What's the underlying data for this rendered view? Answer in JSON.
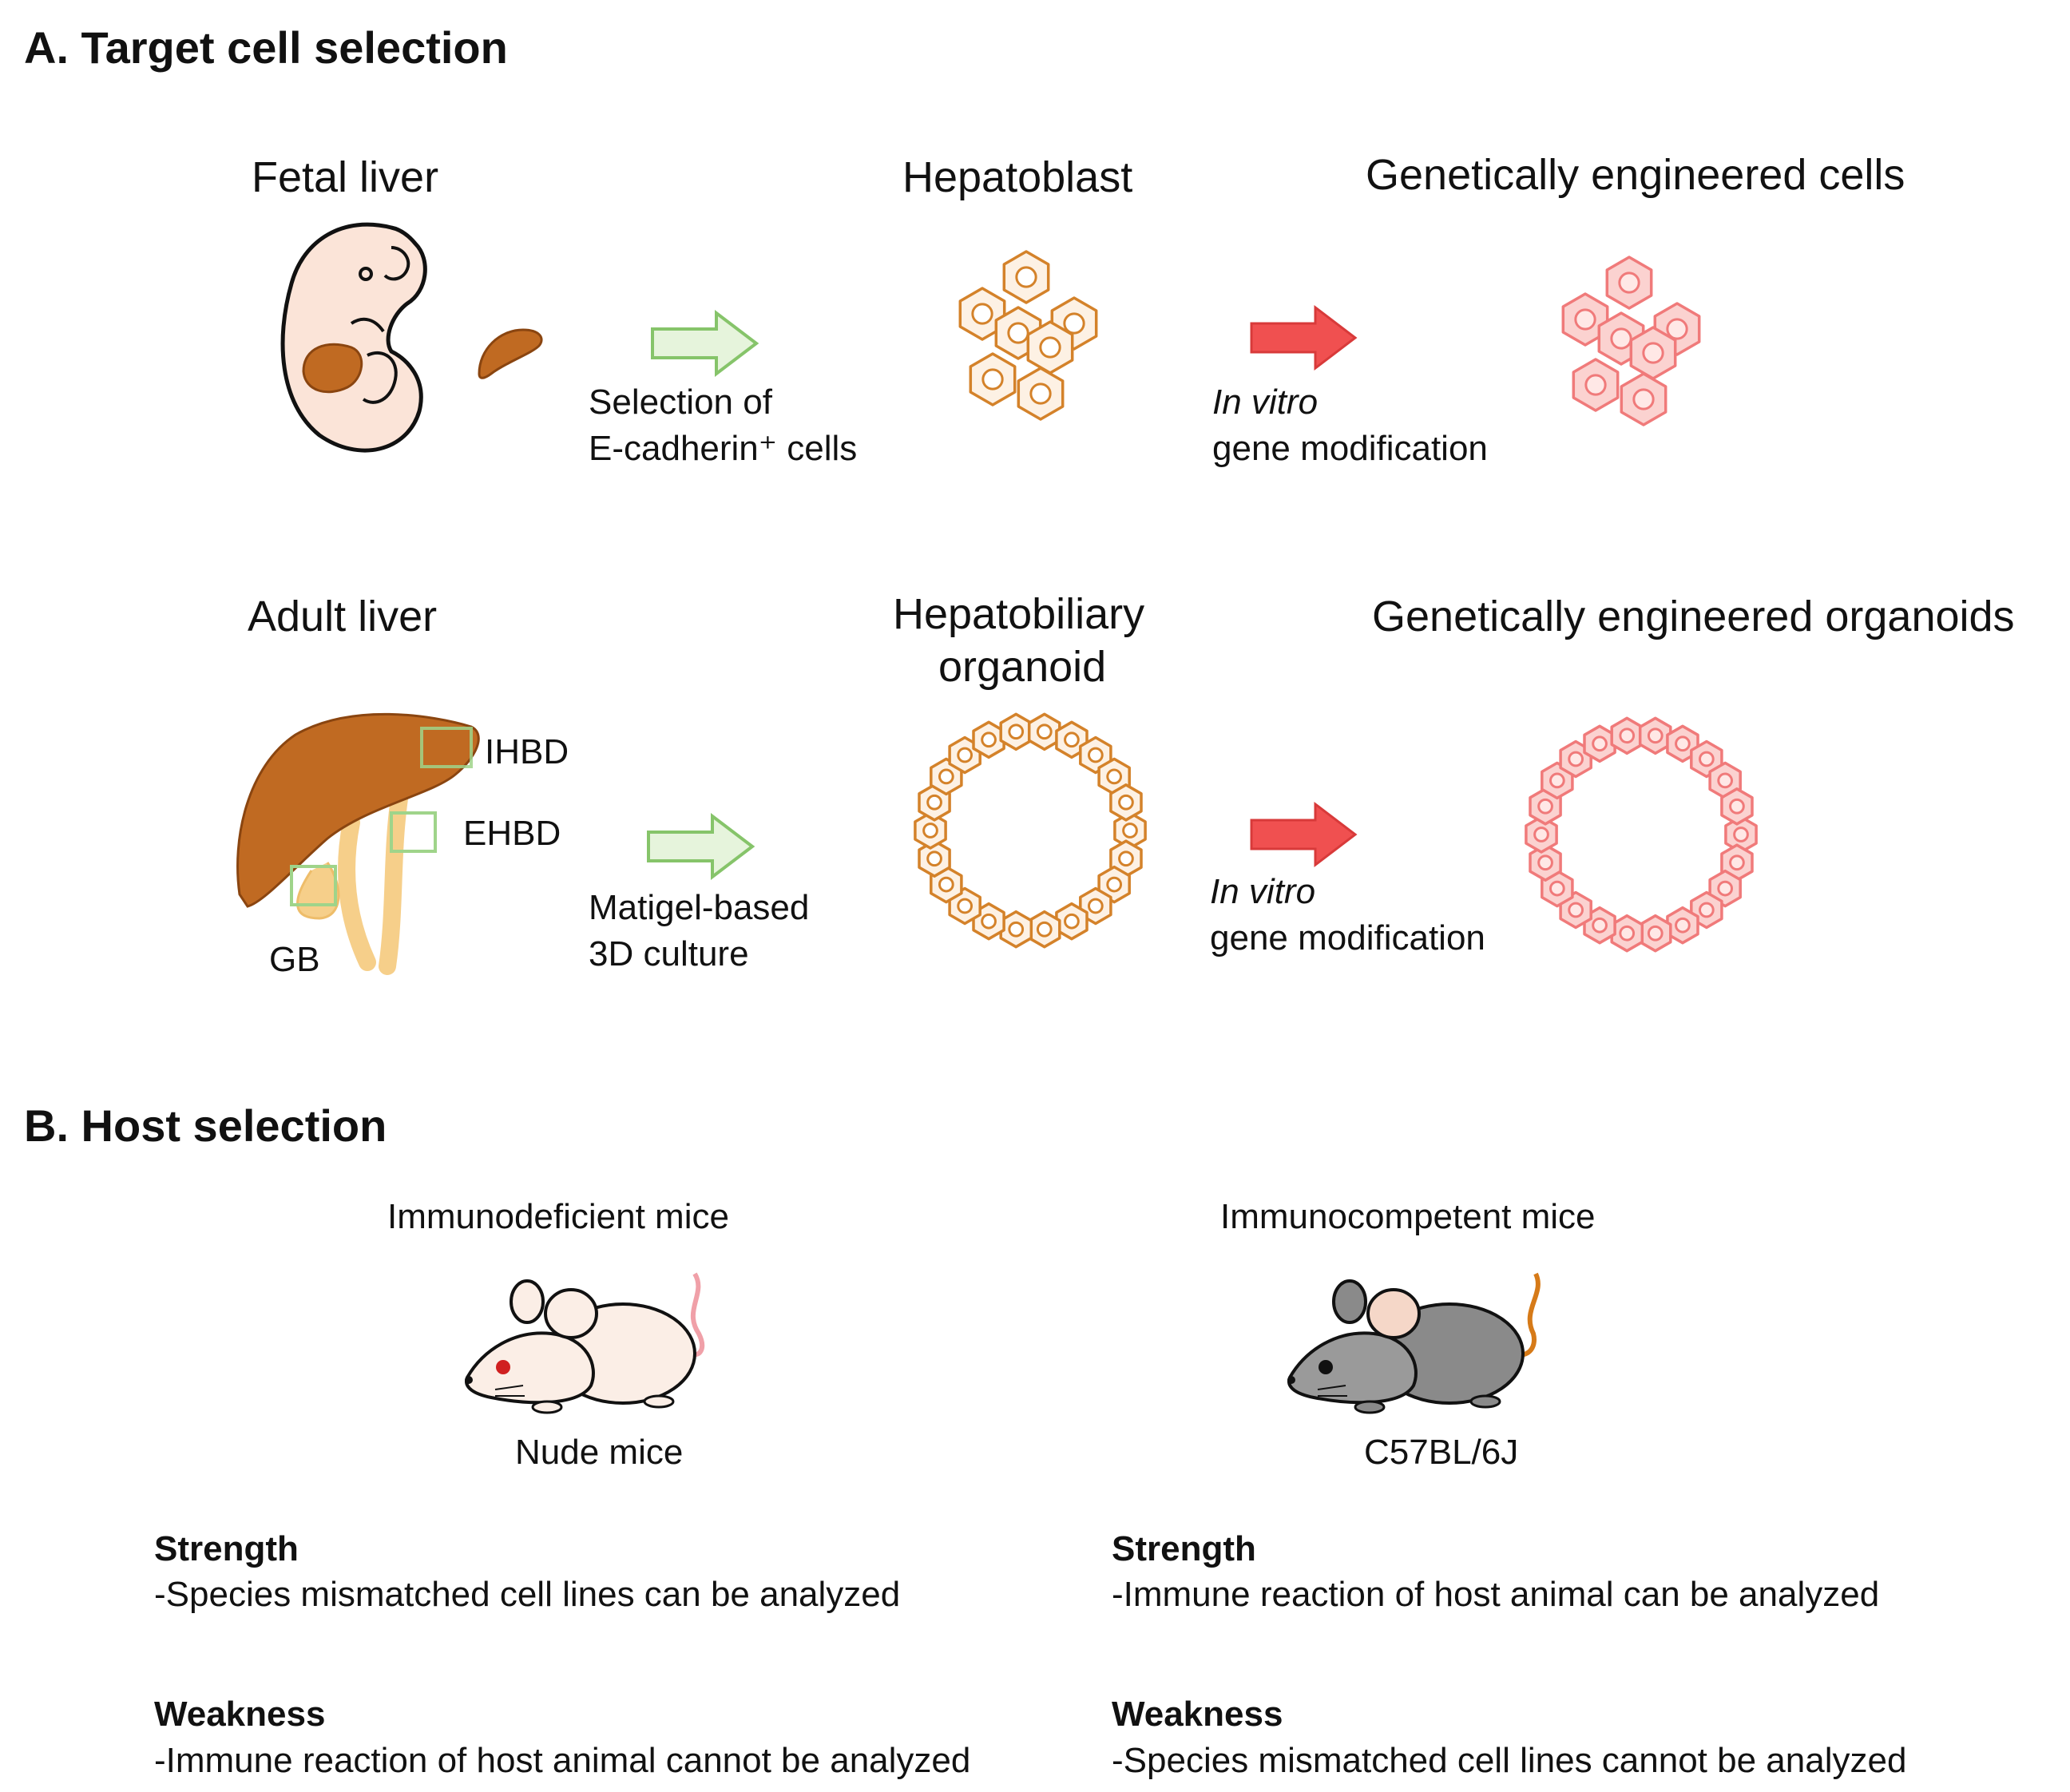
{
  "section_a": {
    "title": "A. Target cell selection",
    "row1": {
      "source": "Fetal liver",
      "step1_caption": [
        "Selection of",
        "E-cadherin⁺ cells"
      ],
      "middle": "Hepatoblast",
      "step2_caption": [
        "In vitro",
        "gene modification"
      ],
      "result": "Genetically engineered cells"
    },
    "row2": {
      "source": "Adult liver",
      "markers": {
        "ihbd": "IHBD",
        "ehbd": "EHBD",
        "gb": "GB"
      },
      "step1_caption": [
        "Matigel-based",
        "3D culture"
      ],
      "middle": [
        "Hepatobiliary",
        "organoid"
      ],
      "step2_caption": [
        "In vitro",
        "gene modification"
      ],
      "result": "Genetically engineered organoids"
    }
  },
  "section_b": {
    "title": "B. Host selection",
    "left": {
      "category": "Immunodeficient mice",
      "strain": "Nude mice",
      "strength_heading": "Strength",
      "strength": "-Species mismatched cell lines can be analyzed",
      "weakness_heading": "Weakness",
      "weakness": "-Immune reaction of host animal cannot be analyzed"
    },
    "right": {
      "category": "Immunocompetent mice",
      "strain": "C57BL/6J",
      "strength_heading": "Strength",
      "strength": "-Immune reaction of host animal can be analyzed",
      "weakness_heading": "Weakness",
      "weakness": "-Species mismatched cell lines cannot be analyzed"
    }
  },
  "colors": {
    "liver": "#c06a22",
    "cell_orange": "#d4822a",
    "cell_pink": "#f07a7a",
    "green_arrow": "#86c46a",
    "red_arrow": "#f05050",
    "bile_duct": "#f6cf8a",
    "mouse_white": "#fbeee6",
    "mouse_gray": "#8a8a8a"
  }
}
